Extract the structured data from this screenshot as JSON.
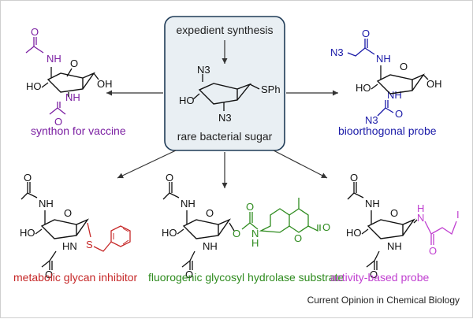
{
  "center": {
    "title": "expedient synthesis",
    "caption": "rare bacterial sugar",
    "atoms": {
      "n3_top": "N3",
      "ho": "HO",
      "sph": "SPh",
      "n3_bottom": "N3"
    }
  },
  "panels": [
    {
      "id": "vaccine",
      "caption": "synthon for vaccine",
      "color": "#7b1fa2"
    },
    {
      "id": "bioorthogonal",
      "caption": "bioorthogonal probe",
      "color": "#1a1aa8"
    },
    {
      "id": "inhibitor",
      "caption": "metabolic glycan inhibitor",
      "color": "#c62828"
    },
    {
      "id": "fluorogenic",
      "caption": "fluorogenic glycosyl hydrolase substrate",
      "color": "#2e8b1e"
    },
    {
      "id": "abp",
      "caption": "activity-based probe",
      "color": "#c040d0"
    }
  ],
  "atom_labels": {
    "O": "O",
    "NH": "NH",
    "HN": "HN",
    "H": "H",
    "N": "N",
    "HO": "HO",
    "OH": "OH",
    "N3": "N3",
    "S": "S",
    "I": "I"
  },
  "credit": "Current Opinion in Chemical Biology"
}
